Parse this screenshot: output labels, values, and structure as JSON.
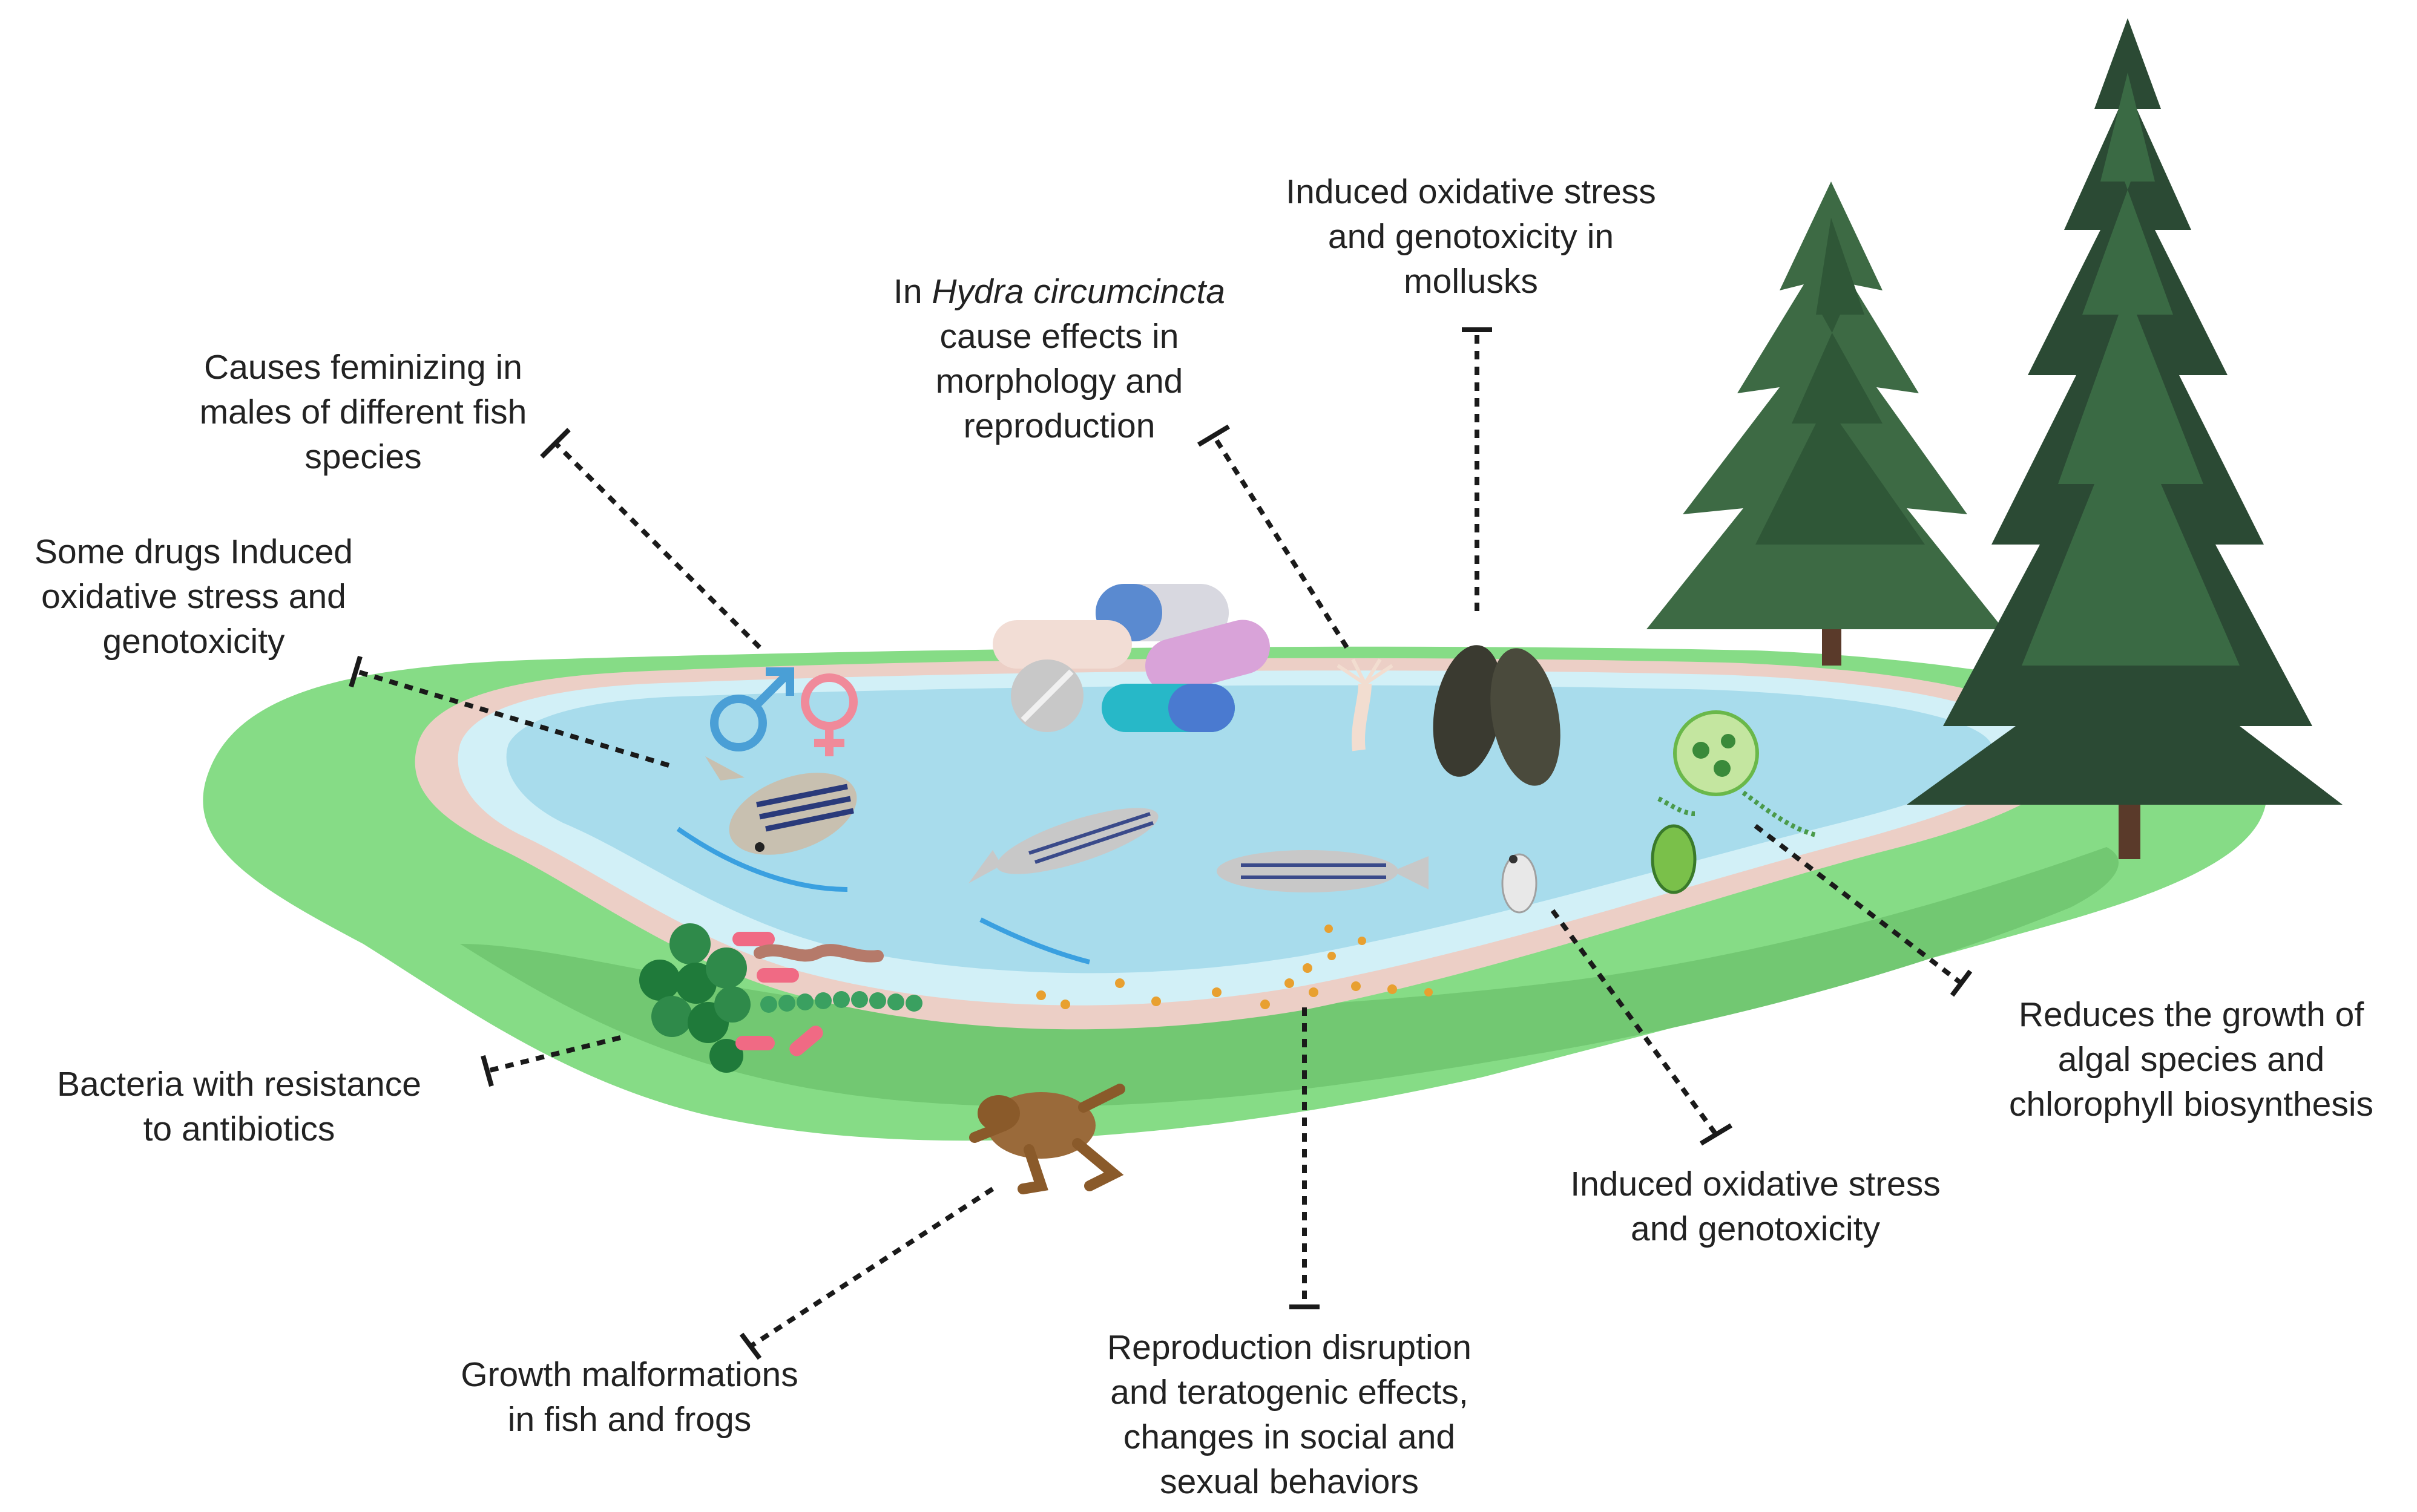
{
  "colors": {
    "grass_outer": "#86dc86",
    "grass_inner": "#72c872",
    "shore": "#eccfc6",
    "water_edge": "#d2f0f7",
    "water": "#a8dcec",
    "tree_dark": "#2b4a34",
    "tree_light": "#4a7a4c",
    "trunk": "#5a3a2a",
    "leader_line": "#1a1a1a",
    "male_symbol": "#4a9fd6",
    "female_symbol": "#f08a9a",
    "bacteria_green": "#2f8a4a",
    "bacteria_pink": "#f06a84",
    "frog": "#9a6a3a",
    "mussel": "#3a3a30",
    "algae": "#6ab84a",
    "eggs": "#e8a030"
  },
  "icons": [
    "fish-icon",
    "male-symbol-icon",
    "female-symbol-icon",
    "pills-icon",
    "hydra-icon",
    "mussel-icon",
    "daphnia-icon",
    "algae-icon",
    "bacteria-icon",
    "frog-icon",
    "tree-icon",
    "fish-eggs-icon"
  ],
  "annotations": {
    "feminizing": [
      "Causes feminizing in",
      "males of different fish",
      "species"
    ],
    "drugs_oxidative": [
      "Some drugs Induced",
      "oxidative stress and",
      "genotoxicity"
    ],
    "hydra": {
      "prefix": "In ",
      "species": "Hydra circumcincta",
      "lines": [
        "cause effects in",
        "morphology and",
        "reproduction"
      ]
    },
    "mollusks": [
      "Induced oxidative stress",
      "and genotoxicity in",
      "mollusks"
    ],
    "algae": [
      "Reduces the growth of",
      "algal species and",
      "chlorophyll biosynthesis"
    ],
    "daphnia": [
      "Induced oxidative stress",
      "and genotoxicity"
    ],
    "reproduction": [
      "Reproduction disruption",
      "and teratogenic effects,",
      "changes in social and",
      "sexual behaviors"
    ],
    "malformations": [
      "Growth malformations",
      "in fish and frogs"
    ],
    "bacteria": [
      "Bacteria with resistance",
      "to antibiotics"
    ]
  }
}
